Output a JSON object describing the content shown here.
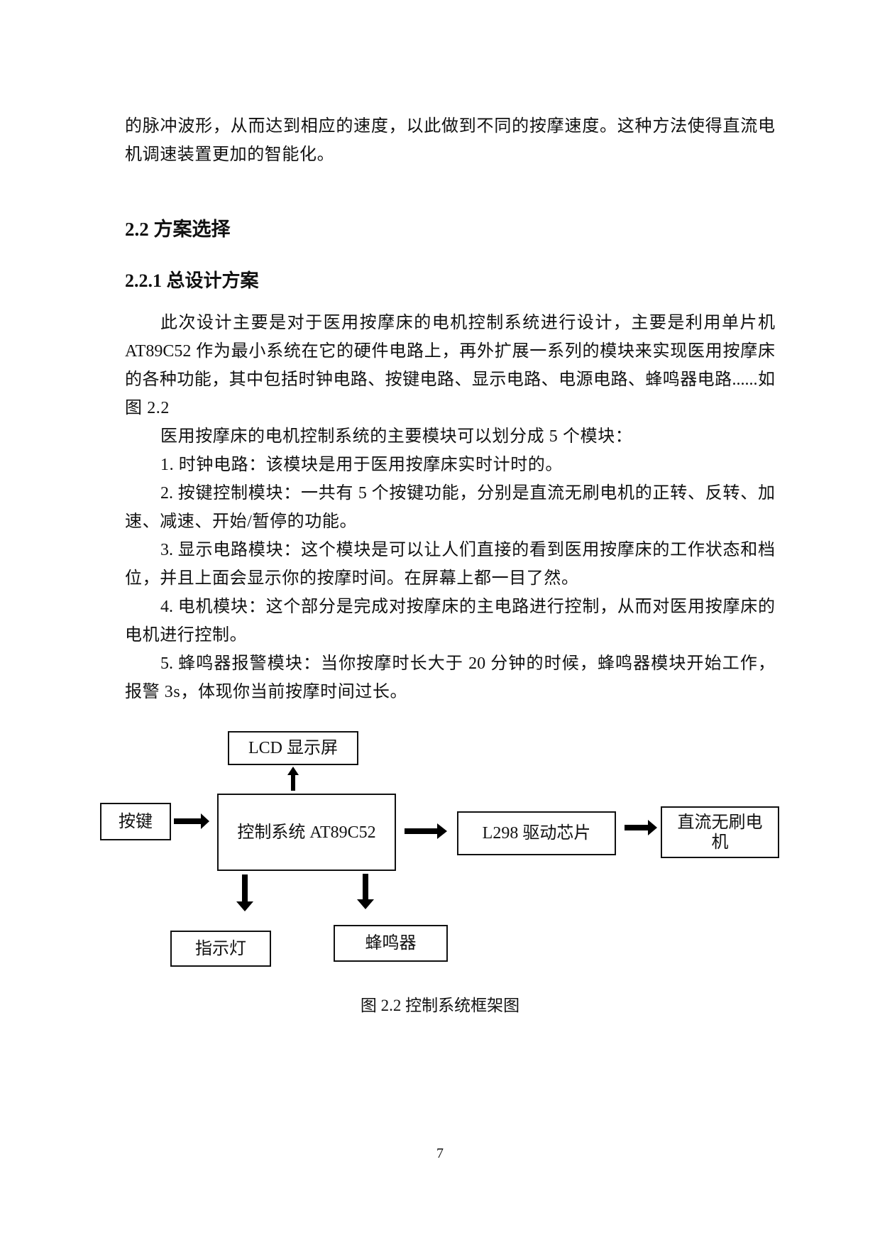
{
  "intro": {
    "lines": [
      "的脉冲波形，从而达到相应的速度，以此做到不同的按摩速度。这种方法使得直流电",
      "机调速装置更加的智能化。"
    ]
  },
  "section": {
    "heading": "2.2 方案选择",
    "subsection": {
      "heading": "2.2.1 总设计方案",
      "paragraph1": [
        "此次设计主要是对于医用按摩床的电机控制系统进行设计，主要是利用单片机",
        "AT89C52 作为最小系统在它的硬件电路上，再外扩展一系列的模块来实现医用按摩床",
        "的各种功能，其中包括时钟电路、按键电路、显示电路、电源电路、蜂鸣器电路......如",
        "图 2.2"
      ],
      "paragraph2": "医用按摩床的电机控制系统的主要模块可以划分成 5 个模块：",
      "items": [
        {
          "lines": [
            "1.  时钟电路：该模块是用于医用按摩床实时计时的。"
          ]
        },
        {
          "lines": [
            "2.  按键控制模块：一共有 5 个按键功能，分别是直流无刷电机的正转、反转、加",
            "速、减速、开始/暂停的功能。"
          ]
        },
        {
          "lines": [
            "3.  显示电路模块：这个模块是可以让人们直接的看到医用按摩床的工作状态和档",
            "位，并且上面会显示你的按摩时间。在屏幕上都一目了然。"
          ]
        },
        {
          "lines": [
            "4.  电机模块：这个部分是完成对按摩床的主电路进行控制，从而对医用按摩床的",
            "电机进行控制。"
          ]
        },
        {
          "lines": [
            "5.  蜂鸣器报警模块：当你按摩时长大于 20 分钟的时候，蜂鸣器模块开始工作，",
            "报警 3s，体现你当前按摩时间过长。"
          ]
        }
      ]
    }
  },
  "diagram": {
    "blocks": {
      "lcd": "LCD 显示屏",
      "keys": "按键",
      "controller": "控制系统 AT89C52",
      "driver": "L298 驱动芯片",
      "motor_line1": "直流无刷电",
      "motor_line2": "机",
      "indicator": "指示灯",
      "buzzer": "蜂鸣器"
    },
    "caption": "图 2.2 控制系统框架图"
  },
  "page_number": "7"
}
